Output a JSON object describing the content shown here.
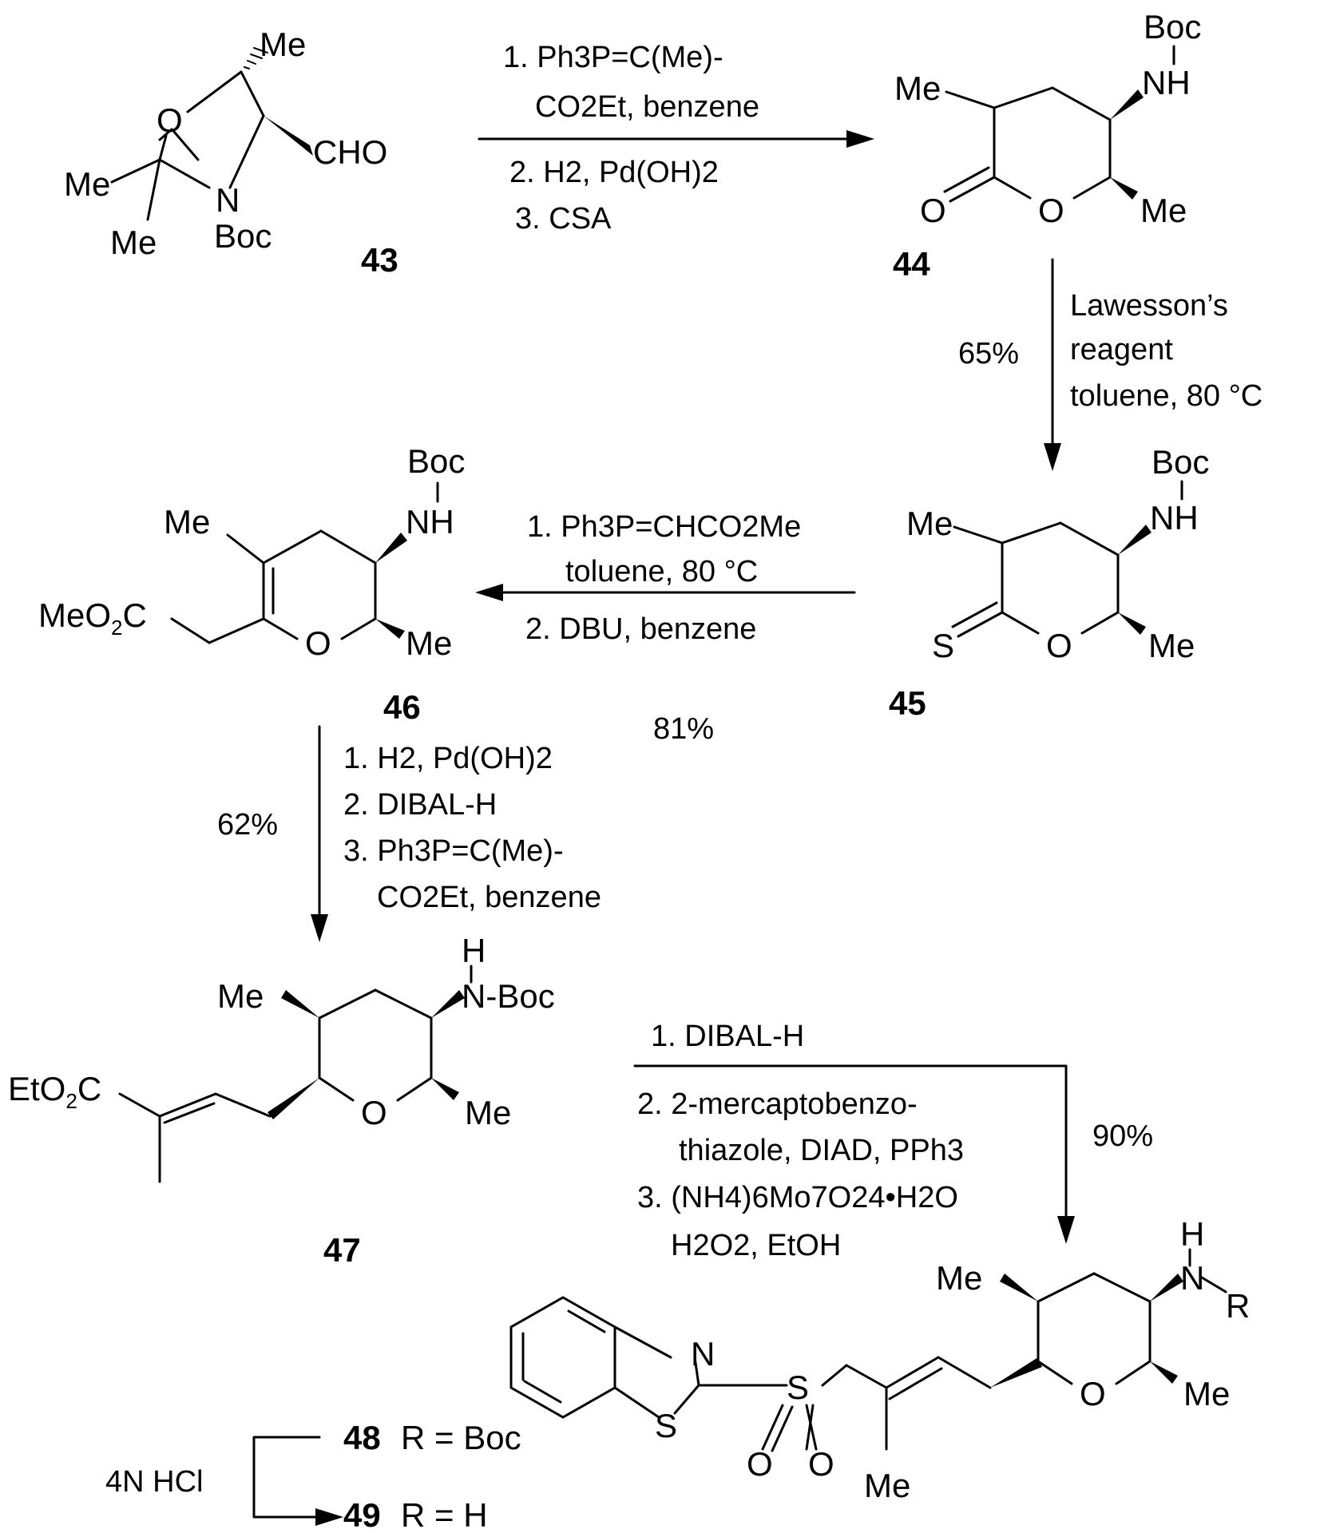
{
  "compounds": {
    "c43": {
      "number": "43"
    },
    "c44": {
      "number": "44"
    },
    "c45": {
      "number": "45"
    },
    "c46": {
      "number": "46"
    },
    "c47": {
      "number": "47"
    },
    "c48": {
      "number": "48",
      "text": "R = Boc"
    },
    "c49": {
      "number": "49",
      "text": "R = H"
    }
  },
  "atoms": {
    "me": "Me",
    "o": "O",
    "n": "N",
    "s": "S",
    "h": "H",
    "r": "R",
    "boc": "Boc",
    "nh": "NH",
    "nboc": "N-Boc",
    "cho": "CHO",
    "meo2c_a": "MeO",
    "meo2c_sub": "2",
    "meo2c_b": "C",
    "eto2c_a": "EtO",
    "eto2c_sub": "2",
    "eto2c_b": "C"
  },
  "steps": {
    "s1": {
      "l1": "1. Ph3P=C(Me)-",
      "l2": "CO2Et, benzene",
      "l3": "2. H2, Pd(OH)2",
      "l4": "3. CSA"
    },
    "s2": {
      "l1": "Lawesson’s",
      "l2": "reagent",
      "l3": "toluene, 80 °C",
      "yield": "65%"
    },
    "s3": {
      "l1": "1. Ph3P=CHCO2Me",
      "l2": "toluene, 80 °C",
      "l3": "2. DBU, benzene",
      "yield": "81%"
    },
    "s4": {
      "l1": "1. H2, Pd(OH)2",
      "l2": "2. DIBAL-H",
      "l3": "3. Ph3P=C(Me)-",
      "l4": "CO2Et, benzene",
      "yield": "62%"
    },
    "s5": {
      "l1": "1. DIBAL-H",
      "l2": "2. 2-mercaptobenzo-",
      "l3": "thiazole, DIAD, PPh3",
      "l4": "3. (NH4)6Mo7O24•H2O",
      "l5": "H2O2, EtOH",
      "yield": "90%"
    },
    "s6": {
      "reagent": "4N HCl"
    }
  }
}
